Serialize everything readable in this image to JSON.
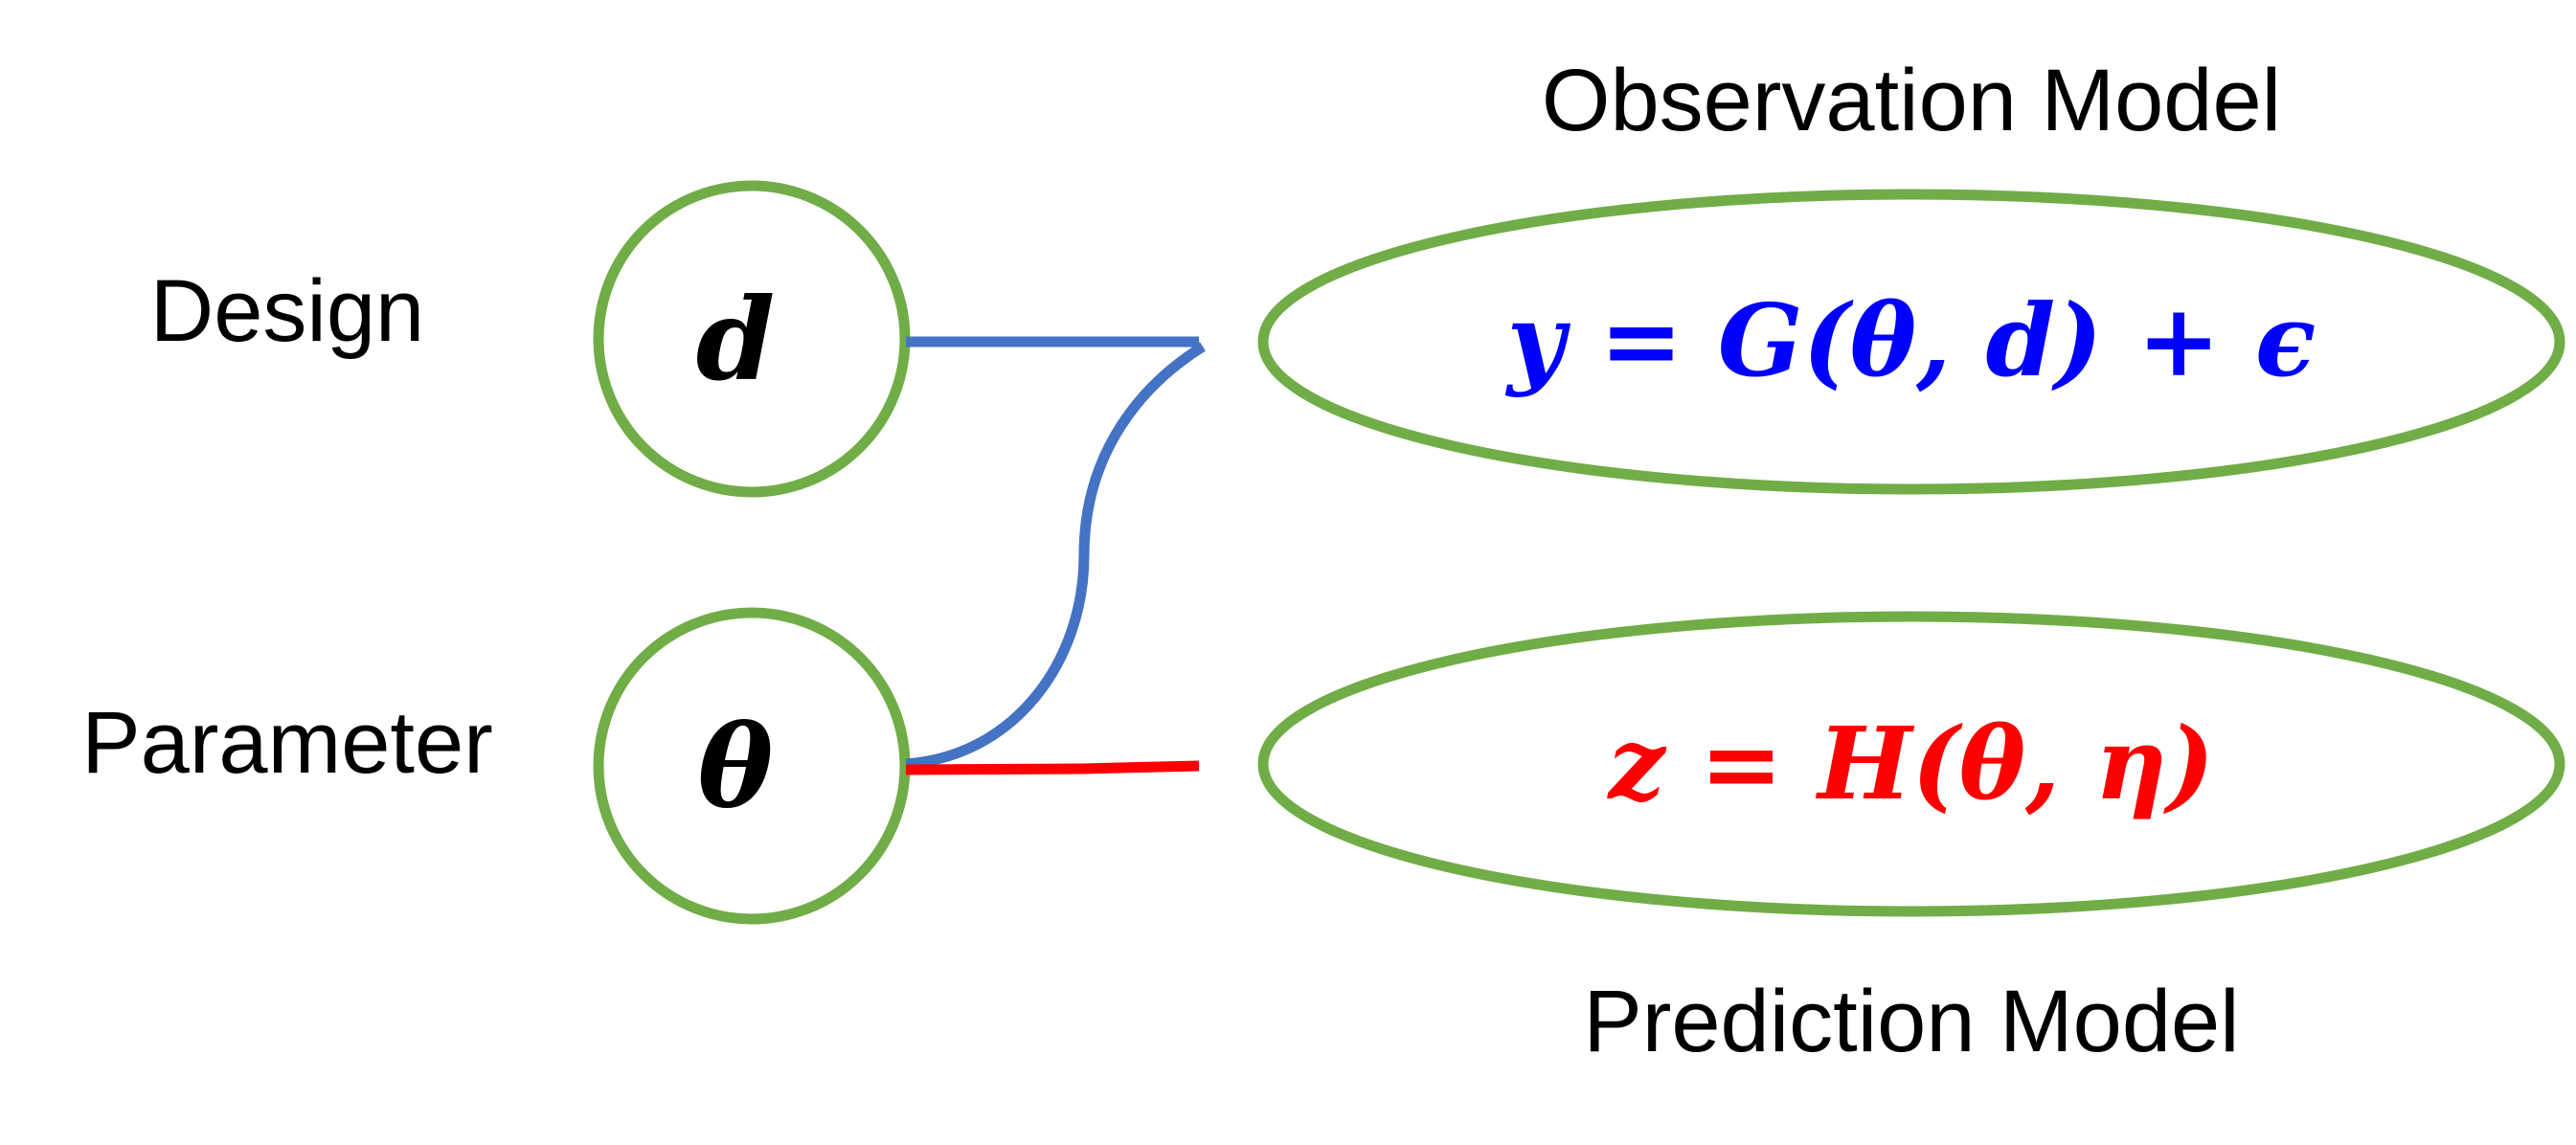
{
  "colors": {
    "node_stroke": "#70AD47",
    "design_arrow": "#4472C4",
    "prediction_arrow": "#FF0000",
    "observation_equation": "#0000FF",
    "prediction_equation": "#FF0000",
    "text": "#000000"
  },
  "labels": {
    "design": "Design",
    "parameter": "Parameter",
    "observation_model": "Observation Model",
    "prediction_model": "Prediction Model"
  },
  "nodes": {
    "design_symbol": "d",
    "parameter_symbol": "θ"
  },
  "equations": {
    "observation": "y = G(θ, d) + ϵ",
    "prediction": "z = H(θ, η)"
  }
}
